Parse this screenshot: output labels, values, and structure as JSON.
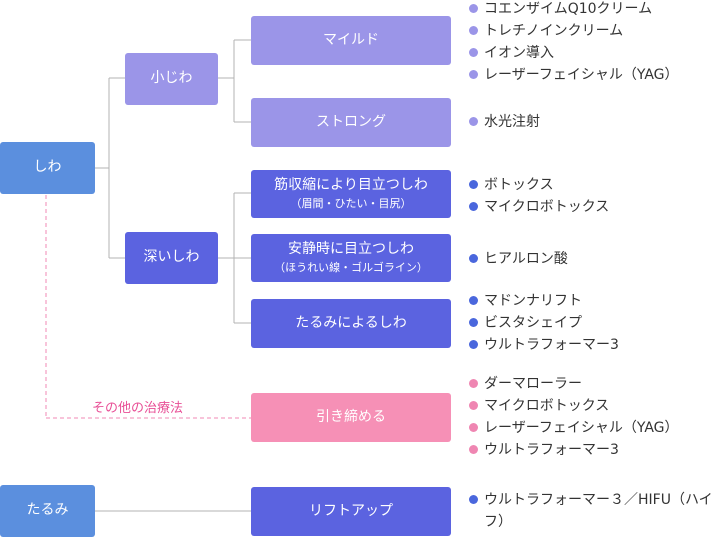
{
  "colors": {
    "main_category": "#5b8fde",
    "mild_category": "#9b95e8",
    "deep_category": "#5b63e0",
    "other_category": "#f690b6",
    "connector": "#b3b3b3",
    "other_connector": "#f08ab4",
    "other_label": "#e84f96"
  },
  "roots": {
    "shiwa": "しわ",
    "tarumi": "たるみ"
  },
  "categories": {
    "kojiwa": "小じわ",
    "fukaijiwa": "深いしわ"
  },
  "treatments": {
    "mild": {
      "title": "マイルド",
      "items": [
        "コエンザイムQ10クリーム",
        "トレチノインクリーム",
        "イオン導入",
        "レーザーフェイシャル（YAG）"
      ]
    },
    "strong": {
      "title": "ストロング",
      "items": [
        "水光注射"
      ]
    },
    "muscle": {
      "title": "筋収縮により目立つしわ",
      "subtitle": "（眉間・ひたい・目尻）",
      "items": [
        "ボトックス",
        "マイクロボトックス"
      ]
    },
    "rest": {
      "title": "安静時に目立つしわ",
      "subtitle": "（ほうれい線・ゴルゴライン）",
      "items": [
        "ヒアルロン酸"
      ]
    },
    "sagging_wrinkle": {
      "title": "たるみによるしわ",
      "items": [
        "マドンナリフト",
        "ビスタシェイプ",
        "ウルトラフォーマー3"
      ]
    },
    "tighten": {
      "title": "引き締める",
      "items": [
        "ダーマローラー",
        "マイクロボトックス",
        "レーザーフェイシャル（YAG）",
        "ウルトラフォーマー3"
      ]
    },
    "liftup": {
      "title": "リフトアップ",
      "items": [
        "ウルトラフォーマー３／HIFU（ハイフ）"
      ]
    }
  },
  "other_label": "その他の治療法"
}
